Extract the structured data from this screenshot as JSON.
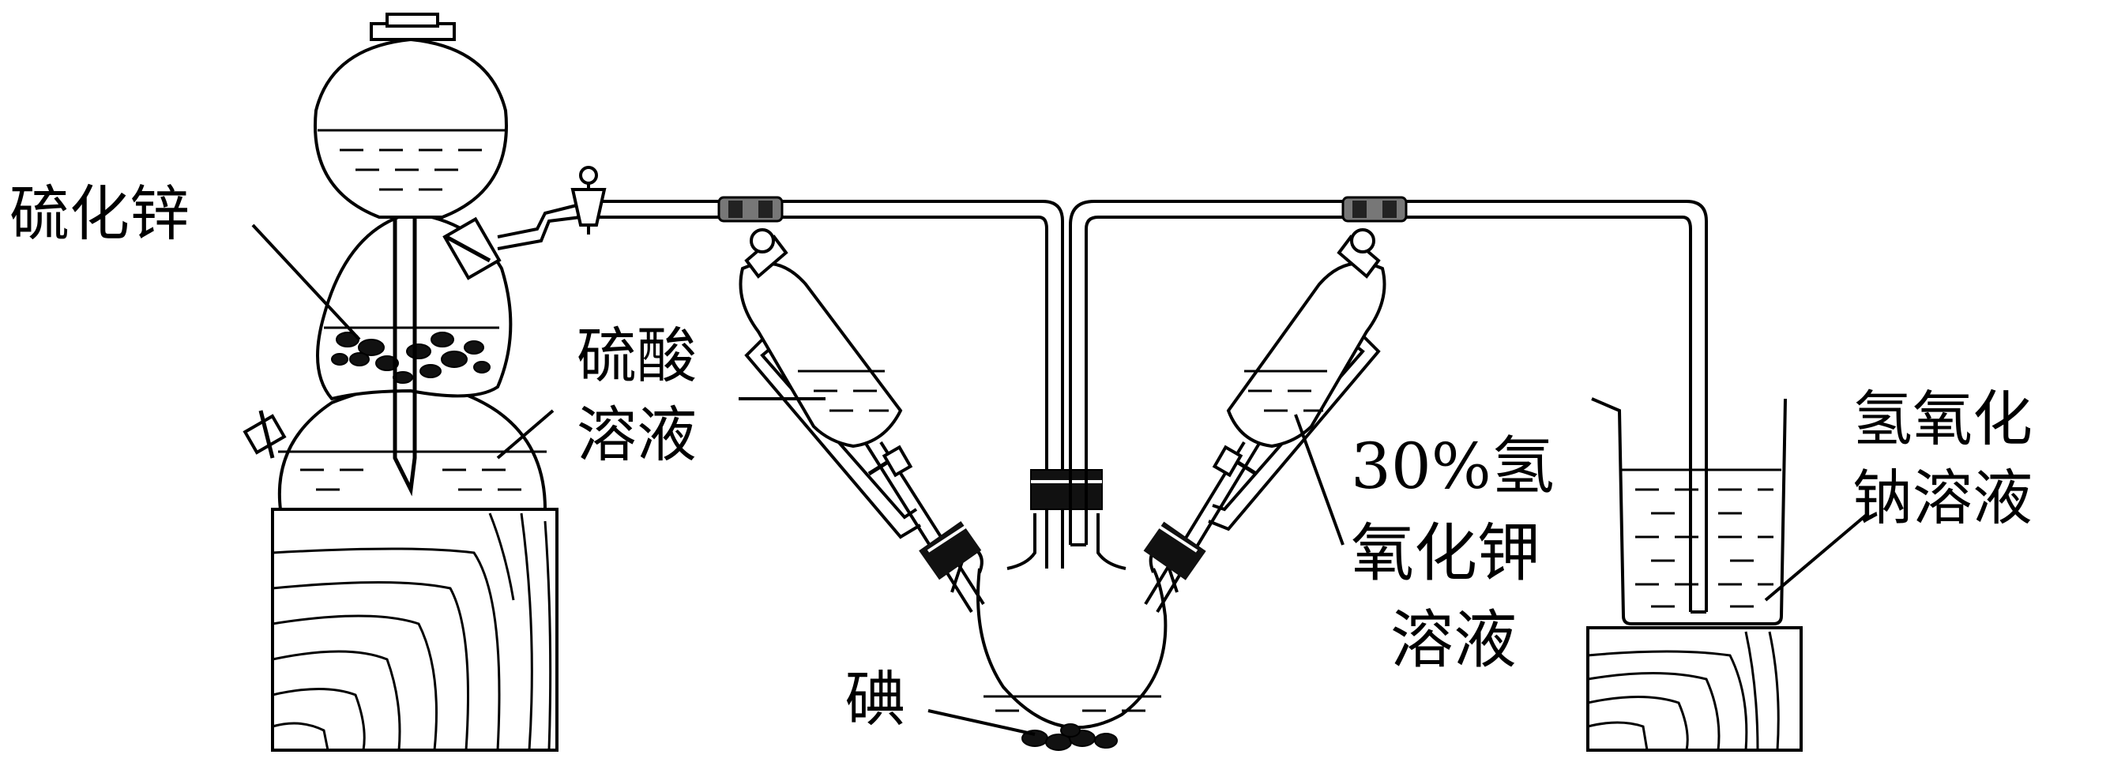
{
  "labels": {
    "zinc_sulfide": "硫化锌",
    "sulfuric_acid_line1": "硫酸",
    "sulfuric_acid_line2": "溶液",
    "koh_line1": "30%氢",
    "koh_line2": "氧化钾",
    "koh_line3": "溶液",
    "naoh_line1": "氢氧化",
    "naoh_line2": "钠溶液",
    "iodine": "碘"
  },
  "colors": {
    "ink": "#000000",
    "background": "#ffffff",
    "rubber": "#111111",
    "connector": "#555555"
  }
}
